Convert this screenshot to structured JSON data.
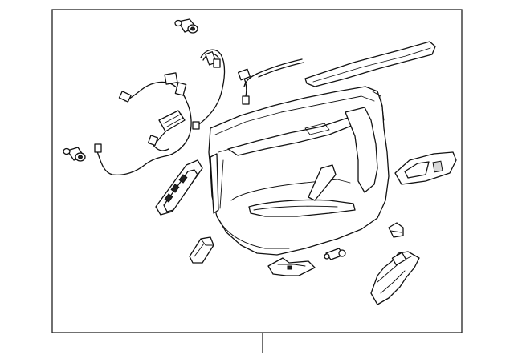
{
  "diagram": {
    "parts": [
      "door-trim-panel",
      "upper-trim-strip",
      "wiring-harness",
      "speaker-wire-connector",
      "window-switch-bezel",
      "mirror-switch-bezel",
      "grommet-left",
      "grommet-top",
      "retainer-clip",
      "bracket-lower",
      "reinforcement-bracket",
      "courtesy-lamp",
      "small-cap",
      "cable-clip"
    ],
    "colors": {
      "line": "#111111",
      "background": "#ffffff",
      "frame": "#222222"
    }
  }
}
